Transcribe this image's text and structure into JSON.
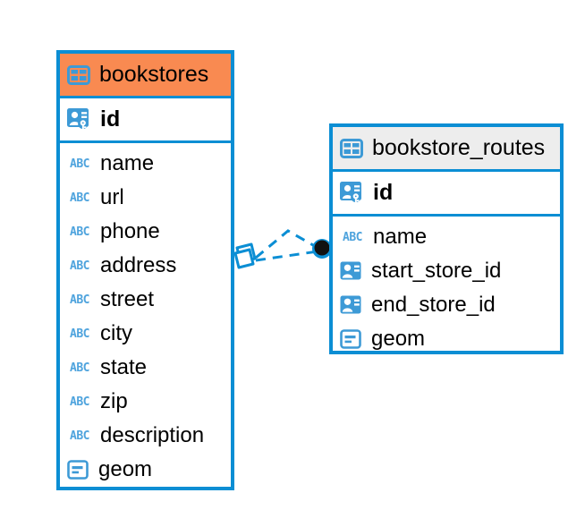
{
  "diagram": {
    "type": "entity-relationship-diagram",
    "colors": {
      "edge_blue": "#0b8ed4",
      "header_accent_orange": "#f98a51",
      "header_neutral_gray": "#ededed",
      "icon_blue": "#3d9ad6",
      "text_black": "#000000",
      "connector_blue": "#0b8ed4",
      "endpoint_dark": "#111111"
    },
    "entities": [
      {
        "name": "bookstores",
        "header_style": "accent",
        "header_icon": "table-icon",
        "primary_key": {
          "label": "id",
          "icon": "primary-key-icon"
        },
        "fields": [
          {
            "label": "name",
            "icon": "abc-text-icon"
          },
          {
            "label": "url",
            "icon": "abc-text-icon"
          },
          {
            "label": "phone",
            "icon": "abc-text-icon"
          },
          {
            "label": "address",
            "icon": "abc-text-icon"
          },
          {
            "label": "street",
            "icon": "abc-text-icon"
          },
          {
            "label": "city",
            "icon": "abc-text-icon"
          },
          {
            "label": "state",
            "icon": "abc-text-icon"
          },
          {
            "label": "zip",
            "icon": "abc-text-icon"
          },
          {
            "label": "description",
            "icon": "abc-text-icon"
          },
          {
            "label": "geom",
            "icon": "geometry-icon"
          }
        ]
      },
      {
        "name": "bookstore_routes",
        "header_style": "neutral",
        "header_icon": "table-icon",
        "primary_key": {
          "label": "id",
          "icon": "primary-key-icon"
        },
        "fields": [
          {
            "label": "name",
            "icon": "abc-text-icon"
          },
          {
            "label": "start_store_id",
            "icon": "foreign-key-icon"
          },
          {
            "label": "end_store_id",
            "icon": "foreign-key-icon"
          },
          {
            "label": "geom",
            "icon": "geometry-icon"
          }
        ]
      }
    ],
    "relationship": {
      "from_entity": "bookstores",
      "to_entity": "bookstore_routes",
      "line_style": "dashed",
      "source_marker": "diamond-marker",
      "target_marker": "filled-circle-marker"
    }
  }
}
